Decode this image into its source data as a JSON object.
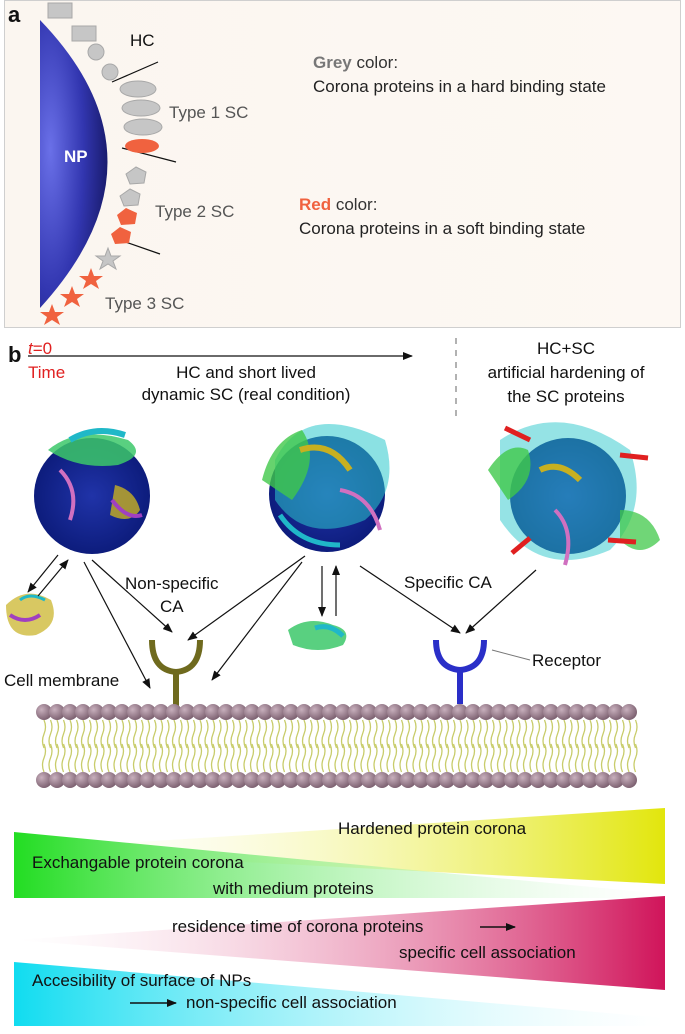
{
  "panel_a": {
    "label": "a",
    "np_label": "NP",
    "hc_label": "HC",
    "type1": "Type 1 SC",
    "type2": "Type 2 SC",
    "type3": "Type 3 SC",
    "grey_word": "Grey",
    "grey_suffix": " color:",
    "grey_desc": "Corona proteins in a hard binding state",
    "red_word": "Red",
    "red_suffix": " color:",
    "red_desc": "Corona proteins in a soft binding state"
  },
  "panel_b": {
    "label": "b",
    "t_italic": "t",
    "t_rest": "=0",
    "time_label": "Time",
    "real_cond_line1": "HC and short lived",
    "real_cond_line2": "dynamic SC (real condition)",
    "hard_line1": "HC+SC",
    "hard_line2": "artificial hardening of",
    "hard_line3": "the SC proteins",
    "nonspecific_line1": "Non-specific",
    "nonspecific_line2": "CA",
    "specific_ca": "Specific CA",
    "receptor": "Receptor",
    "cell_membrane": "Cell membrane",
    "hardened": "Hardened protein corona",
    "exch_line1": "Exchangable protein corona",
    "exch_line2": "with medium proteins",
    "residence": "residence time of corona proteins",
    "specific_assoc": "specific cell association",
    "access": "Accesibility of surface of NPs",
    "nonspecific_assoc": "non-specific cell association"
  },
  "colors": {
    "np_blue": "#2c2f9e",
    "grey_protein": "#c4c4c4",
    "red_protein": "#f0623f",
    "lipid_head": "#9a7e8d",
    "receptor_blue": "#2a2fc8",
    "nonspecific_olive": "#6f6a1e",
    "yellow_bar": "#e6ea10",
    "green_bar": "#2ede2e",
    "magenta_bar": "#d8185a",
    "cyan_bar": "#18dcef"
  }
}
